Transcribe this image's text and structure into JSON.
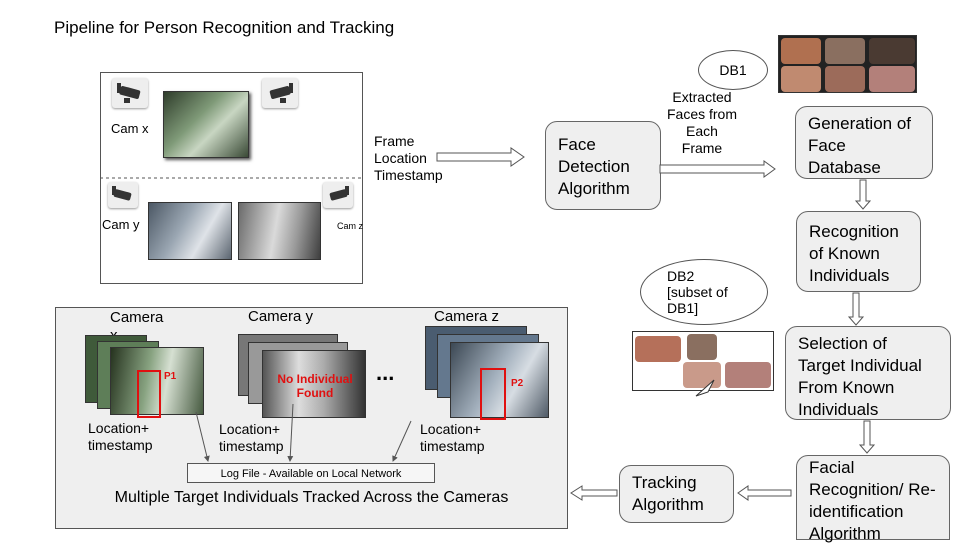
{
  "title": "Pipeline for Person Recognition and Tracking",
  "cameras": {
    "cam_x": "Cam x",
    "cam_y": "Cam y",
    "cam_z": "Cam z"
  },
  "frame_info": [
    "Frame",
    "Location",
    "Timestamp"
  ],
  "db1": "DB1",
  "extracted_faces": [
    "Extracted",
    "Faces from",
    "Each",
    "Frame"
  ],
  "boxes": {
    "face_detection": "Face Detection Algorithm",
    "generation": "Generation of Face Database",
    "recognition": "Recognition of Known Individuals",
    "selection": "Selection of Target Individual From Known Individuals",
    "facial_recognition": "Facial Recognition/ Re-identification Algorithm",
    "tracking": "Tracking Algorithm"
  },
  "db2": [
    "DB2",
    "[subset of",
    "DB1]"
  ],
  "bottom_panel": {
    "camera_x": "Camera x",
    "camera_y": "Camera y",
    "camera_z": "Camera z",
    "p1": "P1",
    "p2": "P2",
    "no_individual": "No Individual Found",
    "ellipsis": "...",
    "loc_x": "Location+ timestamp",
    "loc_y": "Location+ timestamp",
    "loc_z": "Location+ timestamp",
    "log_file": "Log File - Available on Local Network",
    "caption": "Multiple Target Individuals Tracked Across the Cameras"
  }
}
